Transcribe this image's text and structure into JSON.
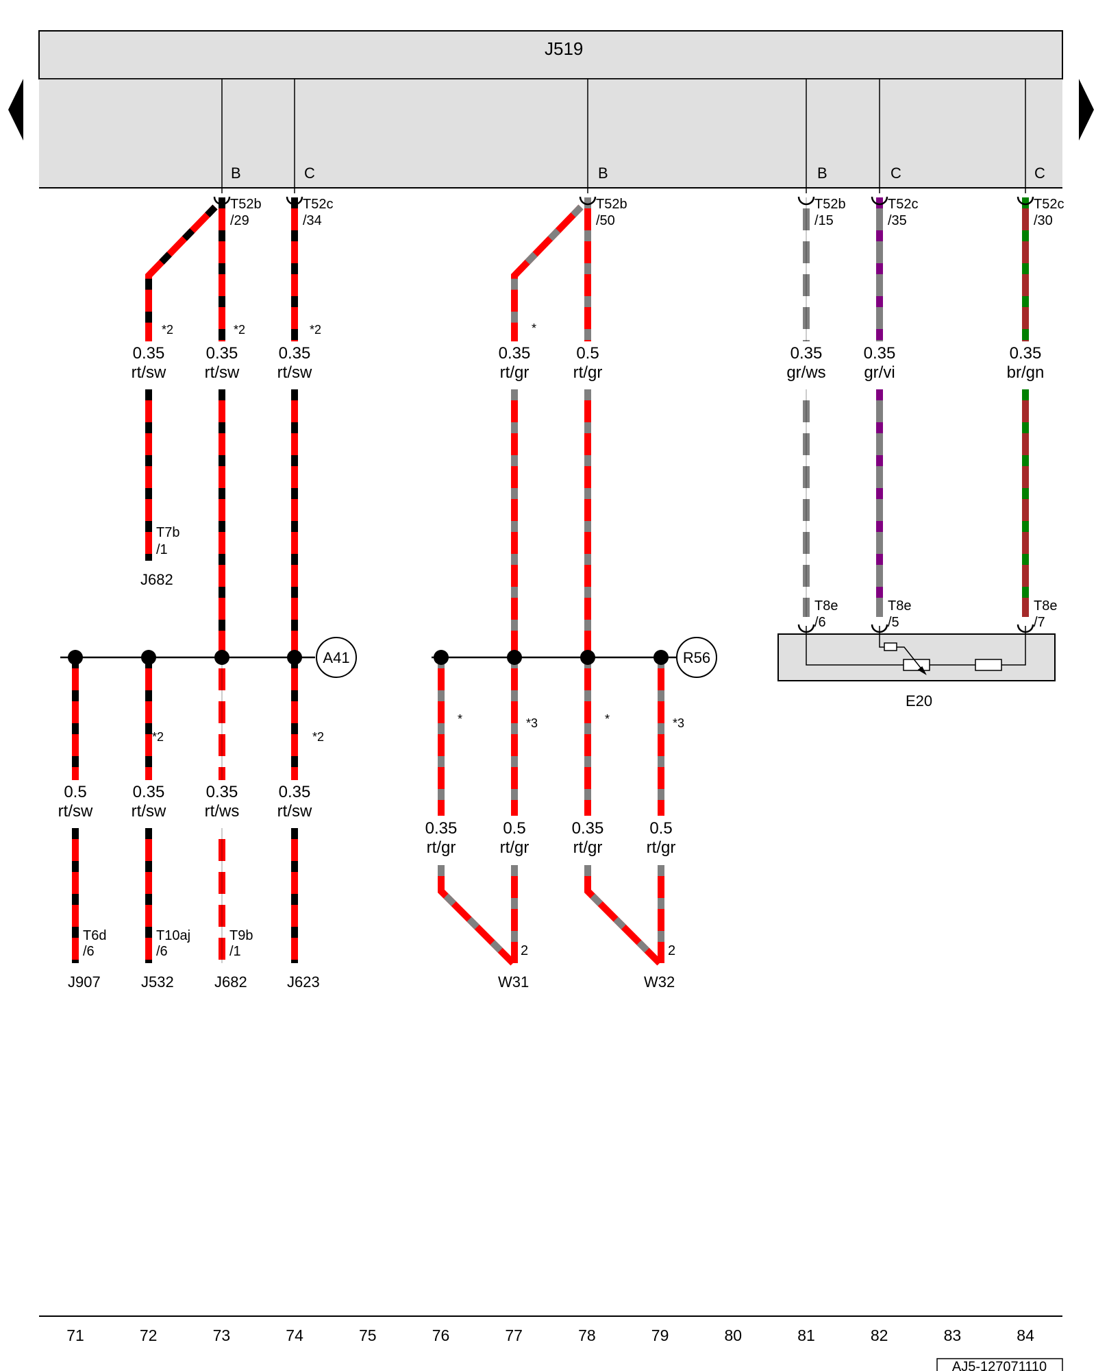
{
  "page": {
    "control_unit": "J519",
    "doc_id": "AJ5-127071110",
    "nav": {
      "prev": "previous-page",
      "next": "next-page"
    }
  },
  "colors": {
    "rt": "#ff0000",
    "sw": "#000000",
    "gr": "#808080",
    "ws": "#ffffff",
    "vi": "#800080",
    "br": "#a52a2a",
    "gn": "#008000",
    "unit_fill": "#e0e0e0"
  },
  "pin_groups": [
    "B",
    "C",
    "B",
    "B",
    "C",
    "C"
  ],
  "connectors_top": [
    {
      "name": "T52b",
      "pin": "/29"
    },
    {
      "name": "T52c",
      "pin": "/34"
    },
    {
      "name": "T52b",
      "pin": "/50"
    },
    {
      "name": "T52b",
      "pin": "/15"
    },
    {
      "name": "T52c",
      "pin": "/35"
    },
    {
      "name": "T52c",
      "pin": "/30"
    }
  ],
  "wires_upper": [
    {
      "size": "0.35",
      "color": "rt/sw",
      "note": "*2"
    },
    {
      "size": "0.35",
      "color": "rt/sw",
      "note": "*2"
    },
    {
      "size": "0.35",
      "color": "rt/sw",
      "note": "*2"
    },
    {
      "size": "0.35",
      "color": "rt/gr",
      "note": "*"
    },
    {
      "size": "0.5",
      "color": "rt/gr",
      "note": ""
    },
    {
      "size": "0.35",
      "color": "gr/ws",
      "note": ""
    },
    {
      "size": "0.35",
      "color": "gr/vi",
      "note": ""
    },
    {
      "size": "0.35",
      "color": "br/gn",
      "note": ""
    }
  ],
  "j682_upper": {
    "conn": "T7b",
    "pin": "/1",
    "unit": "J682"
  },
  "junctions": [
    "A41",
    "R56"
  ],
  "wires_lower_left": [
    {
      "size": "0.5",
      "color": "rt/sw",
      "note": ""
    },
    {
      "size": "0.35",
      "color": "rt/sw",
      "note": "*2"
    },
    {
      "size": "0.35",
      "color": "rt/ws",
      "note": ""
    },
    {
      "size": "0.35",
      "color": "rt/sw",
      "note": "*2"
    }
  ],
  "connectors_lower_left": [
    {
      "conn": "T6d",
      "pin": "/6",
      "unit": "J907"
    },
    {
      "conn": "T10aj",
      "pin": "/6",
      "unit": "J532"
    },
    {
      "conn": "T9b",
      "pin": "/1",
      "unit": "J682"
    },
    {
      "conn": "",
      "pin": "",
      "unit": "J623"
    }
  ],
  "wires_lower_mid": [
    {
      "size": "0.35",
      "color": "rt/gr",
      "note": "*"
    },
    {
      "size": "0.5",
      "color": "rt/gr",
      "note": "*3"
    },
    {
      "size": "0.35",
      "color": "rt/gr",
      "note": "*"
    },
    {
      "size": "0.5",
      "color": "rt/gr",
      "note": "*3"
    }
  ],
  "heaters": [
    {
      "pin": "2",
      "unit": "W31"
    },
    {
      "pin": "2",
      "unit": "W32"
    }
  ],
  "e20": {
    "unit": "E20",
    "pins": [
      {
        "conn": "T8e",
        "pin": "/6"
      },
      {
        "conn": "T8e",
        "pin": "/5"
      },
      {
        "conn": "T8e",
        "pin": "/7"
      }
    ]
  },
  "columns": [
    "71",
    "72",
    "73",
    "74",
    "75",
    "76",
    "77",
    "78",
    "79",
    "80",
    "81",
    "82",
    "83",
    "84"
  ]
}
